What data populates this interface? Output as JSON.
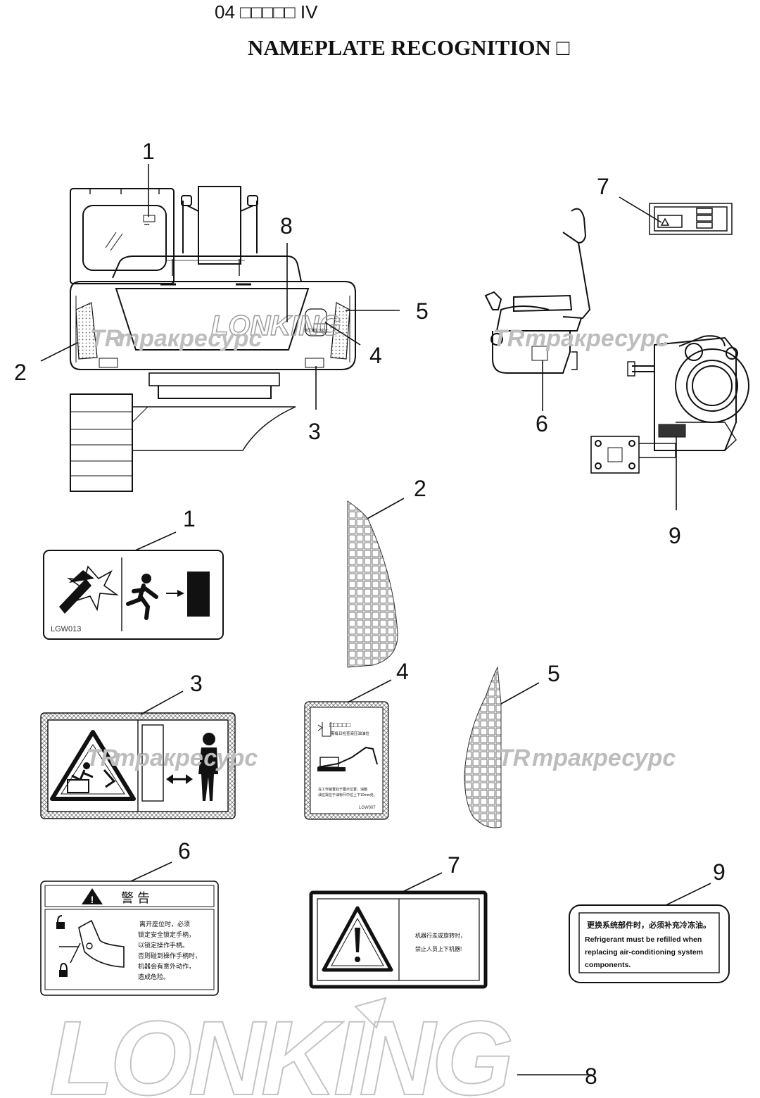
{
  "title": {
    "line1": "04  □□□□□ IV",
    "line2": "NAMEPLATE RECOGNITION □"
  },
  "callouts": [
    "1",
    "2",
    "3",
    "4",
    "5",
    "6",
    "7",
    "8",
    "9"
  ],
  "watermark": "тракресурс",
  "brand": {
    "logo": "LONKING",
    "tr": "TR"
  },
  "labels": {
    "label1": {
      "code": "LGW013"
    },
    "label4": {
      "header": "□□□□□",
      "line1": "需每日检查液压油油位",
      "line2": "在工作装置处于图示位置，油箱",
      "line3": "油位需位于油标尺中位上下10mm处。",
      "code": "LGW007",
      "small": "液压油位计处上"
    },
    "label6": {
      "title": "警    告",
      "lines": [
        "离开座位时，必须",
        "锁定安全锁定手柄，",
        "以锁定操作手柄。",
        "否则碰到操作手柄时，",
        "机器会有意外动作，",
        "造成危险。"
      ]
    },
    "label7": {
      "lines": [
        "机器行走或旋转时，",
        "禁止人员上下机器!"
      ]
    },
    "label9": {
      "cn": "更换系统部件时，必须补充冷冻油。",
      "en": [
        "Refrigerant must be refilled when",
        "replacing air-conditioning system",
        "components."
      ]
    }
  },
  "colors": {
    "ink": "#111111",
    "watermark": "#bdbdbd",
    "logo_outline": "#c4c4c4"
  }
}
